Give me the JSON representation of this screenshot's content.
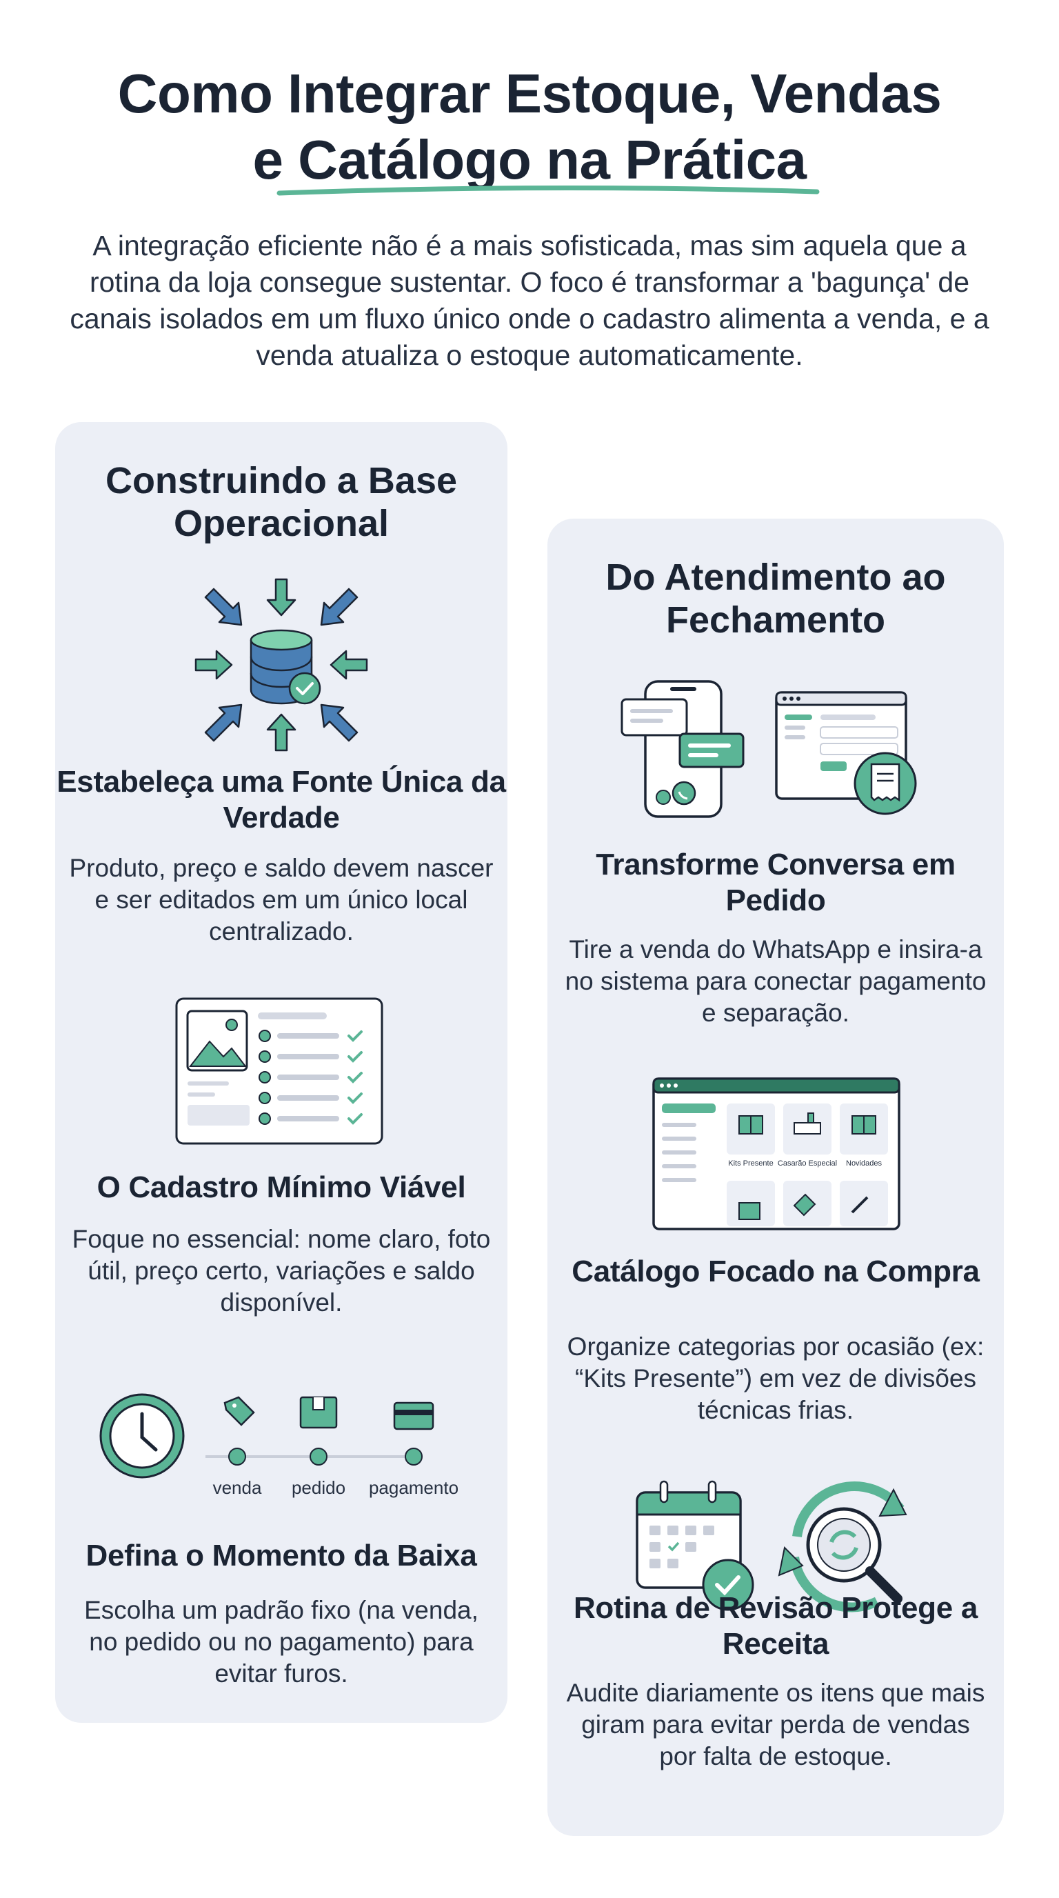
{
  "header": {
    "title_line1": "Como Integrar Estoque, Vendas",
    "title_line2": "e Catálogo na Prática",
    "intro": "A integração eficiente não é a mais sofisticada, mas sim aquela que a rotina da loja consegue sustentar. O foco é transformar a 'bagunça' de canais isolados em um fluxo único onde o cadastro alimenta a venda, e a venda atualiza o estoque automaticamente."
  },
  "left": {
    "heading": "Construindo a Base Operacional",
    "items": [
      {
        "title": "Estabeleça uma Fonte Única da Verdade",
        "text": "Produto, preço e saldo devem nascer e ser editados em um único local centralizado.",
        "icon": "database-arrows-icon"
      },
      {
        "title": "O Cadastro Mínimo Viável",
        "text": "Foque no essencial: nome claro, foto útil, preço certo, variações e saldo disponível.",
        "icon": "product-checklist-icon"
      },
      {
        "title": "Defina o Momento da Baixa",
        "text": "Escolha um padrão fixo (na venda, no pedido ou no pagamento) para evitar furos.",
        "icon": "clock-timeline-icon",
        "timeline": [
          "venda",
          "pedido",
          "pagamento"
        ]
      }
    ]
  },
  "right": {
    "heading": "Do Atendimento ao Fechamento",
    "items": [
      {
        "title": "Transforme Conversa em Pedido",
        "text": "Tire a venda do WhatsApp e insira-a no sistema para conectar pagamento e separação.",
        "icon": "chat-to-order-icon"
      },
      {
        "title": "Catálogo Focado na Compra",
        "text": "Organize categorias por ocasião (ex: “Kits Presente”) em vez de divisões técnicas frias.",
        "icon": "catalog-window-icon",
        "catalog_labels": [
          "Kits Presente",
          "Casarão Especial",
          "Novidades"
        ]
      },
      {
        "title": "Rotina de Revisão Protege a Receita",
        "text": "Audite diariamente os itens que mais giram para evitar perda de vendas por falta de estoque.",
        "icon": "calendar-review-icon"
      }
    ]
  },
  "colors": {
    "accent": "#5bb596",
    "dark_green": "#2f7a62",
    "blue": "#4a7fb5",
    "card_bg": "#eceff6",
    "ink": "#1b2433"
  }
}
